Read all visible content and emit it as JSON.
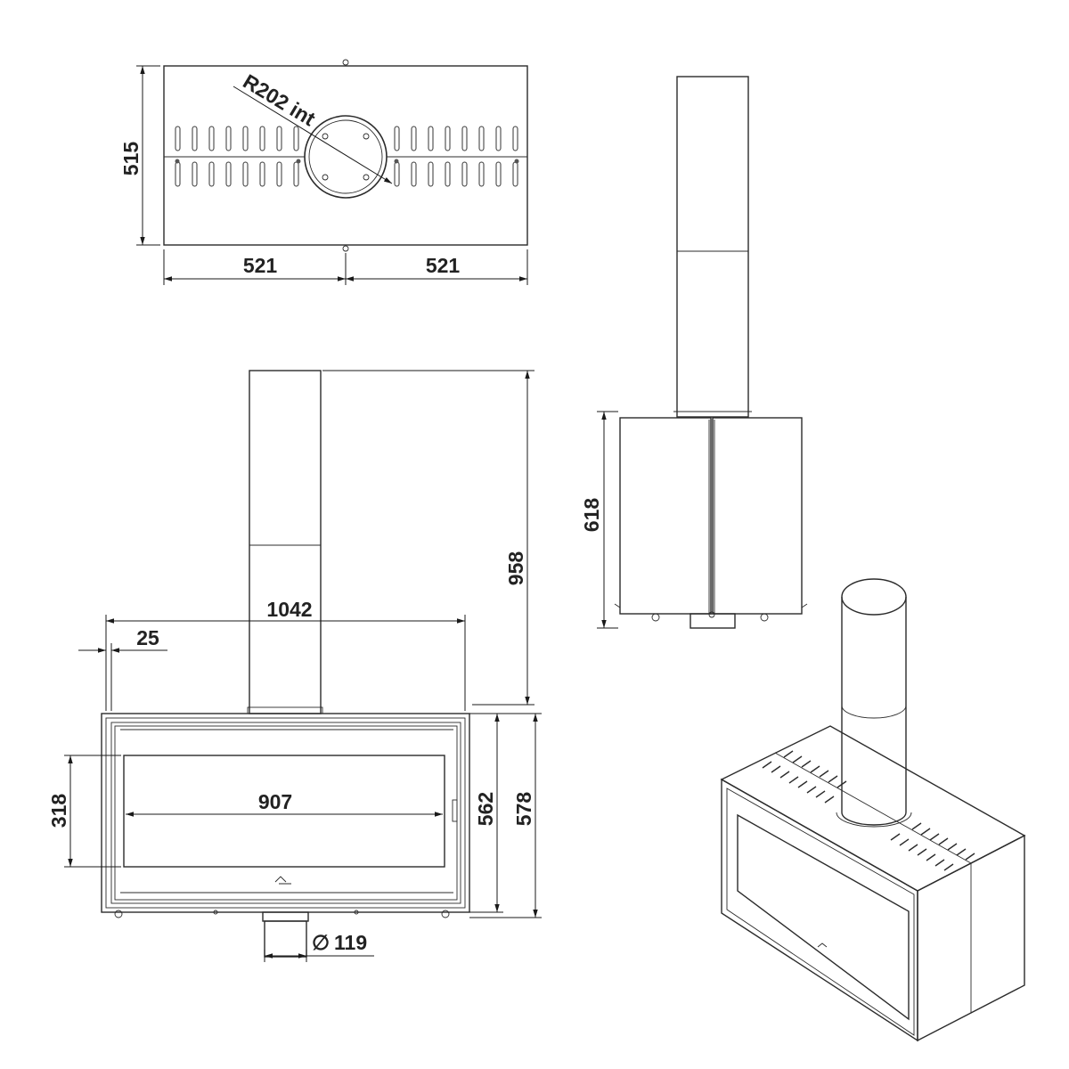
{
  "top_view": {
    "depth": "515",
    "half_width_left": "521",
    "half_width_right": "521",
    "flue_radius": "R202 int"
  },
  "front_view": {
    "flue_height": "958",
    "width": "1042",
    "side_offset": "25",
    "glass_height": "318",
    "glass_width": "907",
    "inner_height": "562",
    "total_height": "578",
    "outlet_diameter": "119",
    "diameter_symbol": "∅"
  },
  "side_view": {
    "body_height": "618"
  }
}
